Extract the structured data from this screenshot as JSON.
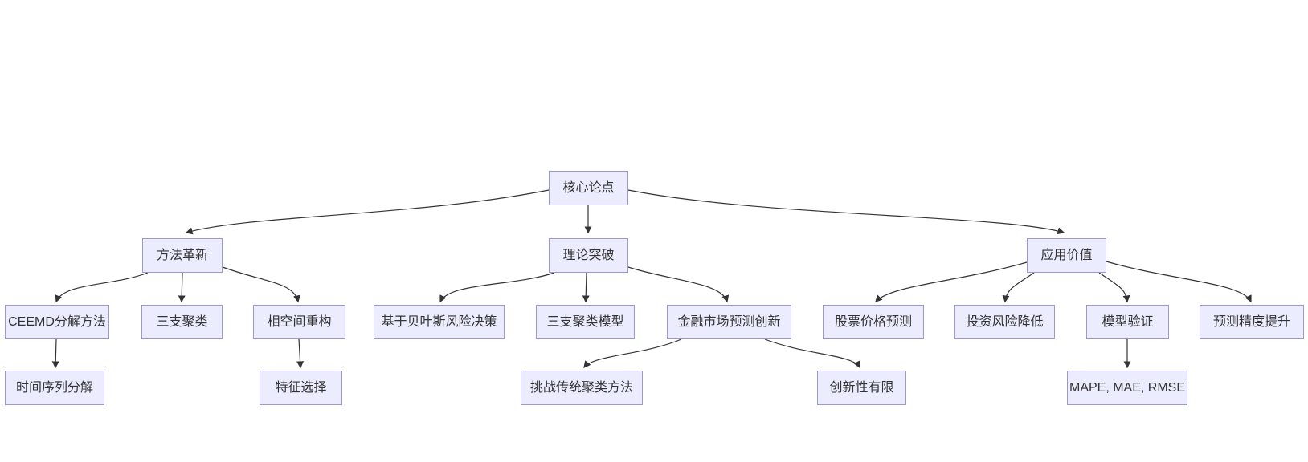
{
  "diagram": {
    "type": "flowchart",
    "direction": "top-down",
    "colors": {
      "node_fill": "#ECECFF",
      "node_border": "#9d95d5",
      "edge_color": "#333333",
      "text_color": "#333333",
      "background": "#ffffff"
    },
    "nodes": {
      "core": {
        "label": "核心论点"
      },
      "method": {
        "label": "方法革新"
      },
      "theory": {
        "label": "理论突破"
      },
      "application": {
        "label": "应用价值"
      },
      "ceemd": {
        "label": "CEEMD分解方法"
      },
      "threeWay": {
        "label": "三支聚类"
      },
      "phaseSpace": {
        "label": "相空间重构"
      },
      "bayes": {
        "label": "基于贝叶斯风险决策"
      },
      "twcModel": {
        "label": "三支聚类模型"
      },
      "finance": {
        "label": "金融市场预测创新"
      },
      "stock": {
        "label": "股票价格预测"
      },
      "invest": {
        "label": "投资风险降低"
      },
      "validation": {
        "label": "模型验证"
      },
      "precision": {
        "label": "预测精度提升"
      },
      "timeSeries": {
        "label": "时间序列分解"
      },
      "feature": {
        "label": "特征选择"
      },
      "challenge": {
        "label": "挑战传统聚类方法"
      },
      "limited": {
        "label": "创新性有限"
      },
      "metrics": {
        "label": "MAPE, MAE, RMSE"
      }
    },
    "edges": [
      {
        "from": "核心论点",
        "to": "方法革新"
      },
      {
        "from": "核心论点",
        "to": "理论突破"
      },
      {
        "from": "核心论点",
        "to": "应用价值"
      },
      {
        "from": "方法革新",
        "to": "CEEMD分解方法"
      },
      {
        "from": "方法革新",
        "to": "三支聚类"
      },
      {
        "from": "方法革新",
        "to": "相空间重构"
      },
      {
        "from": "理论突破",
        "to": "基于贝叶斯风险决策"
      },
      {
        "from": "理论突破",
        "to": "三支聚类模型"
      },
      {
        "from": "理论突破",
        "to": "金融市场预测创新"
      },
      {
        "from": "应用价值",
        "to": "股票价格预测"
      },
      {
        "from": "应用价值",
        "to": "投资风险降低"
      },
      {
        "from": "应用价值",
        "to": "模型验证"
      },
      {
        "from": "应用价值",
        "to": "预测精度提升"
      },
      {
        "from": "CEEMD分解方法",
        "to": "时间序列分解"
      },
      {
        "from": "相空间重构",
        "to": "特征选择"
      },
      {
        "from": "金融市场预测创新",
        "to": "挑战传统聚类方法"
      },
      {
        "from": "金融市场预测创新",
        "to": "创新性有限"
      },
      {
        "from": "模型验证",
        "to": "MAPE, MAE, RMSE"
      }
    ]
  }
}
